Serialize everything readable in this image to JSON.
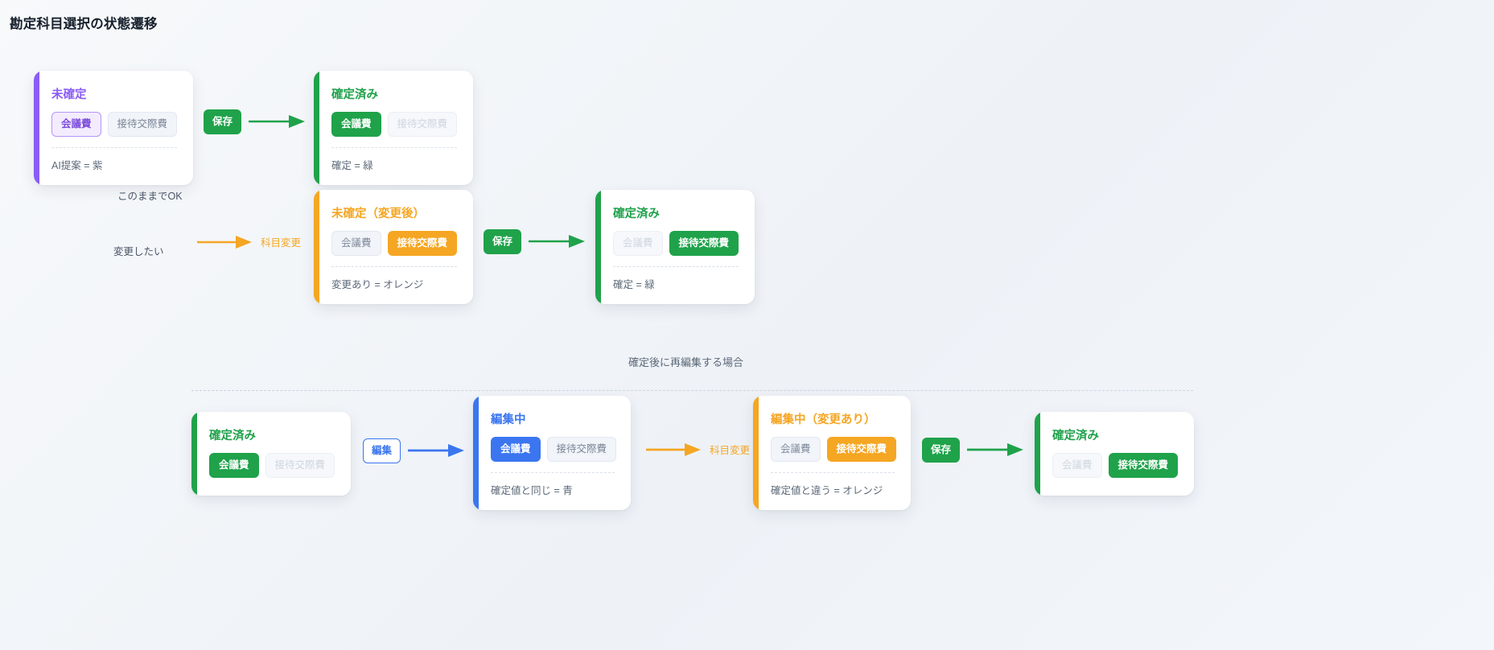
{
  "page": {
    "title": "勘定科目選択の状態遷移",
    "background_color": "#f5f7fa"
  },
  "colors": {
    "purple": "#8b5cf6",
    "green": "#1fa24a",
    "orange": "#f5a623",
    "blue": "#3b76f0",
    "text": "#334155"
  },
  "labels": {
    "chip_kaigihi": "会議費",
    "chip_settai": "接待交際費",
    "keep_as_is": "このままでOK",
    "want_change": "変更したい",
    "change_item": "科目変更",
    "save": "保存",
    "edit": "編集"
  },
  "section1": {
    "card_undecided": {
      "title": "未確定",
      "accent": "purple",
      "chips": [
        {
          "label": "会議費",
          "style": "outline-purple"
        },
        {
          "label": "接待交際費",
          "style": "muted"
        }
      ],
      "note": "AI提案 = 紫"
    },
    "transition_save_1": {
      "button": "保存",
      "arrow_color": "#1fa24a"
    },
    "card_confirmed_1": {
      "title": "確定済み",
      "accent": "green",
      "chips": [
        {
          "label": "会議費",
          "style": "solid-green"
        },
        {
          "label": "接待交際費",
          "style": "ghost"
        }
      ],
      "note": "確定 = 緑"
    },
    "branch_keep_label": "このままでOK",
    "branch_change_label": "変更したい",
    "transition_change": {
      "label": "科目変更",
      "arrow_color": "#f5a623"
    },
    "card_undecided_changed": {
      "title": "未確定（変更後）",
      "accent": "orange",
      "chips": [
        {
          "label": "会議費",
          "style": "muted"
        },
        {
          "label": "接待交際費",
          "style": "solid-orange"
        }
      ],
      "note": "変更あり = オレンジ"
    },
    "transition_save_2": {
      "button": "保存",
      "arrow_color": "#1fa24a"
    },
    "card_confirmed_2": {
      "title": "確定済み",
      "accent": "green",
      "chips": [
        {
          "label": "会議費",
          "style": "ghost"
        },
        {
          "label": "接待交際費",
          "style": "solid-green"
        }
      ],
      "note": "確定 = 緑"
    }
  },
  "section2": {
    "caption": "確定後に再編集する場合",
    "card_confirmed_start": {
      "title": "確定済み",
      "accent": "green",
      "chips": [
        {
          "label": "会議費",
          "style": "solid-green"
        },
        {
          "label": "接待交際費",
          "style": "ghost"
        }
      ]
    },
    "transition_edit": {
      "button": "編集",
      "arrow_color": "#3b76f0"
    },
    "card_editing": {
      "title": "編集中",
      "accent": "blue",
      "chips": [
        {
          "label": "会議費",
          "style": "solid-blue"
        },
        {
          "label": "接待交際費",
          "style": "muted"
        }
      ],
      "note": "確定値と同じ = 青"
    },
    "transition_change": {
      "label": "科目変更",
      "arrow_color": "#f5a623"
    },
    "card_editing_changed": {
      "title": "編集中（変更あり）",
      "accent": "orange",
      "chips": [
        {
          "label": "会議費",
          "style": "muted"
        },
        {
          "label": "接待交際費",
          "style": "solid-orange"
        }
      ],
      "note": "確定値と違う = オレンジ"
    },
    "transition_save": {
      "button": "保存",
      "arrow_color": "#1fa24a"
    },
    "card_confirmed_end": {
      "title": "確定済み",
      "accent": "green",
      "chips": [
        {
          "label": "会議費",
          "style": "ghost"
        },
        {
          "label": "接待交際費",
          "style": "solid-green"
        }
      ]
    }
  }
}
